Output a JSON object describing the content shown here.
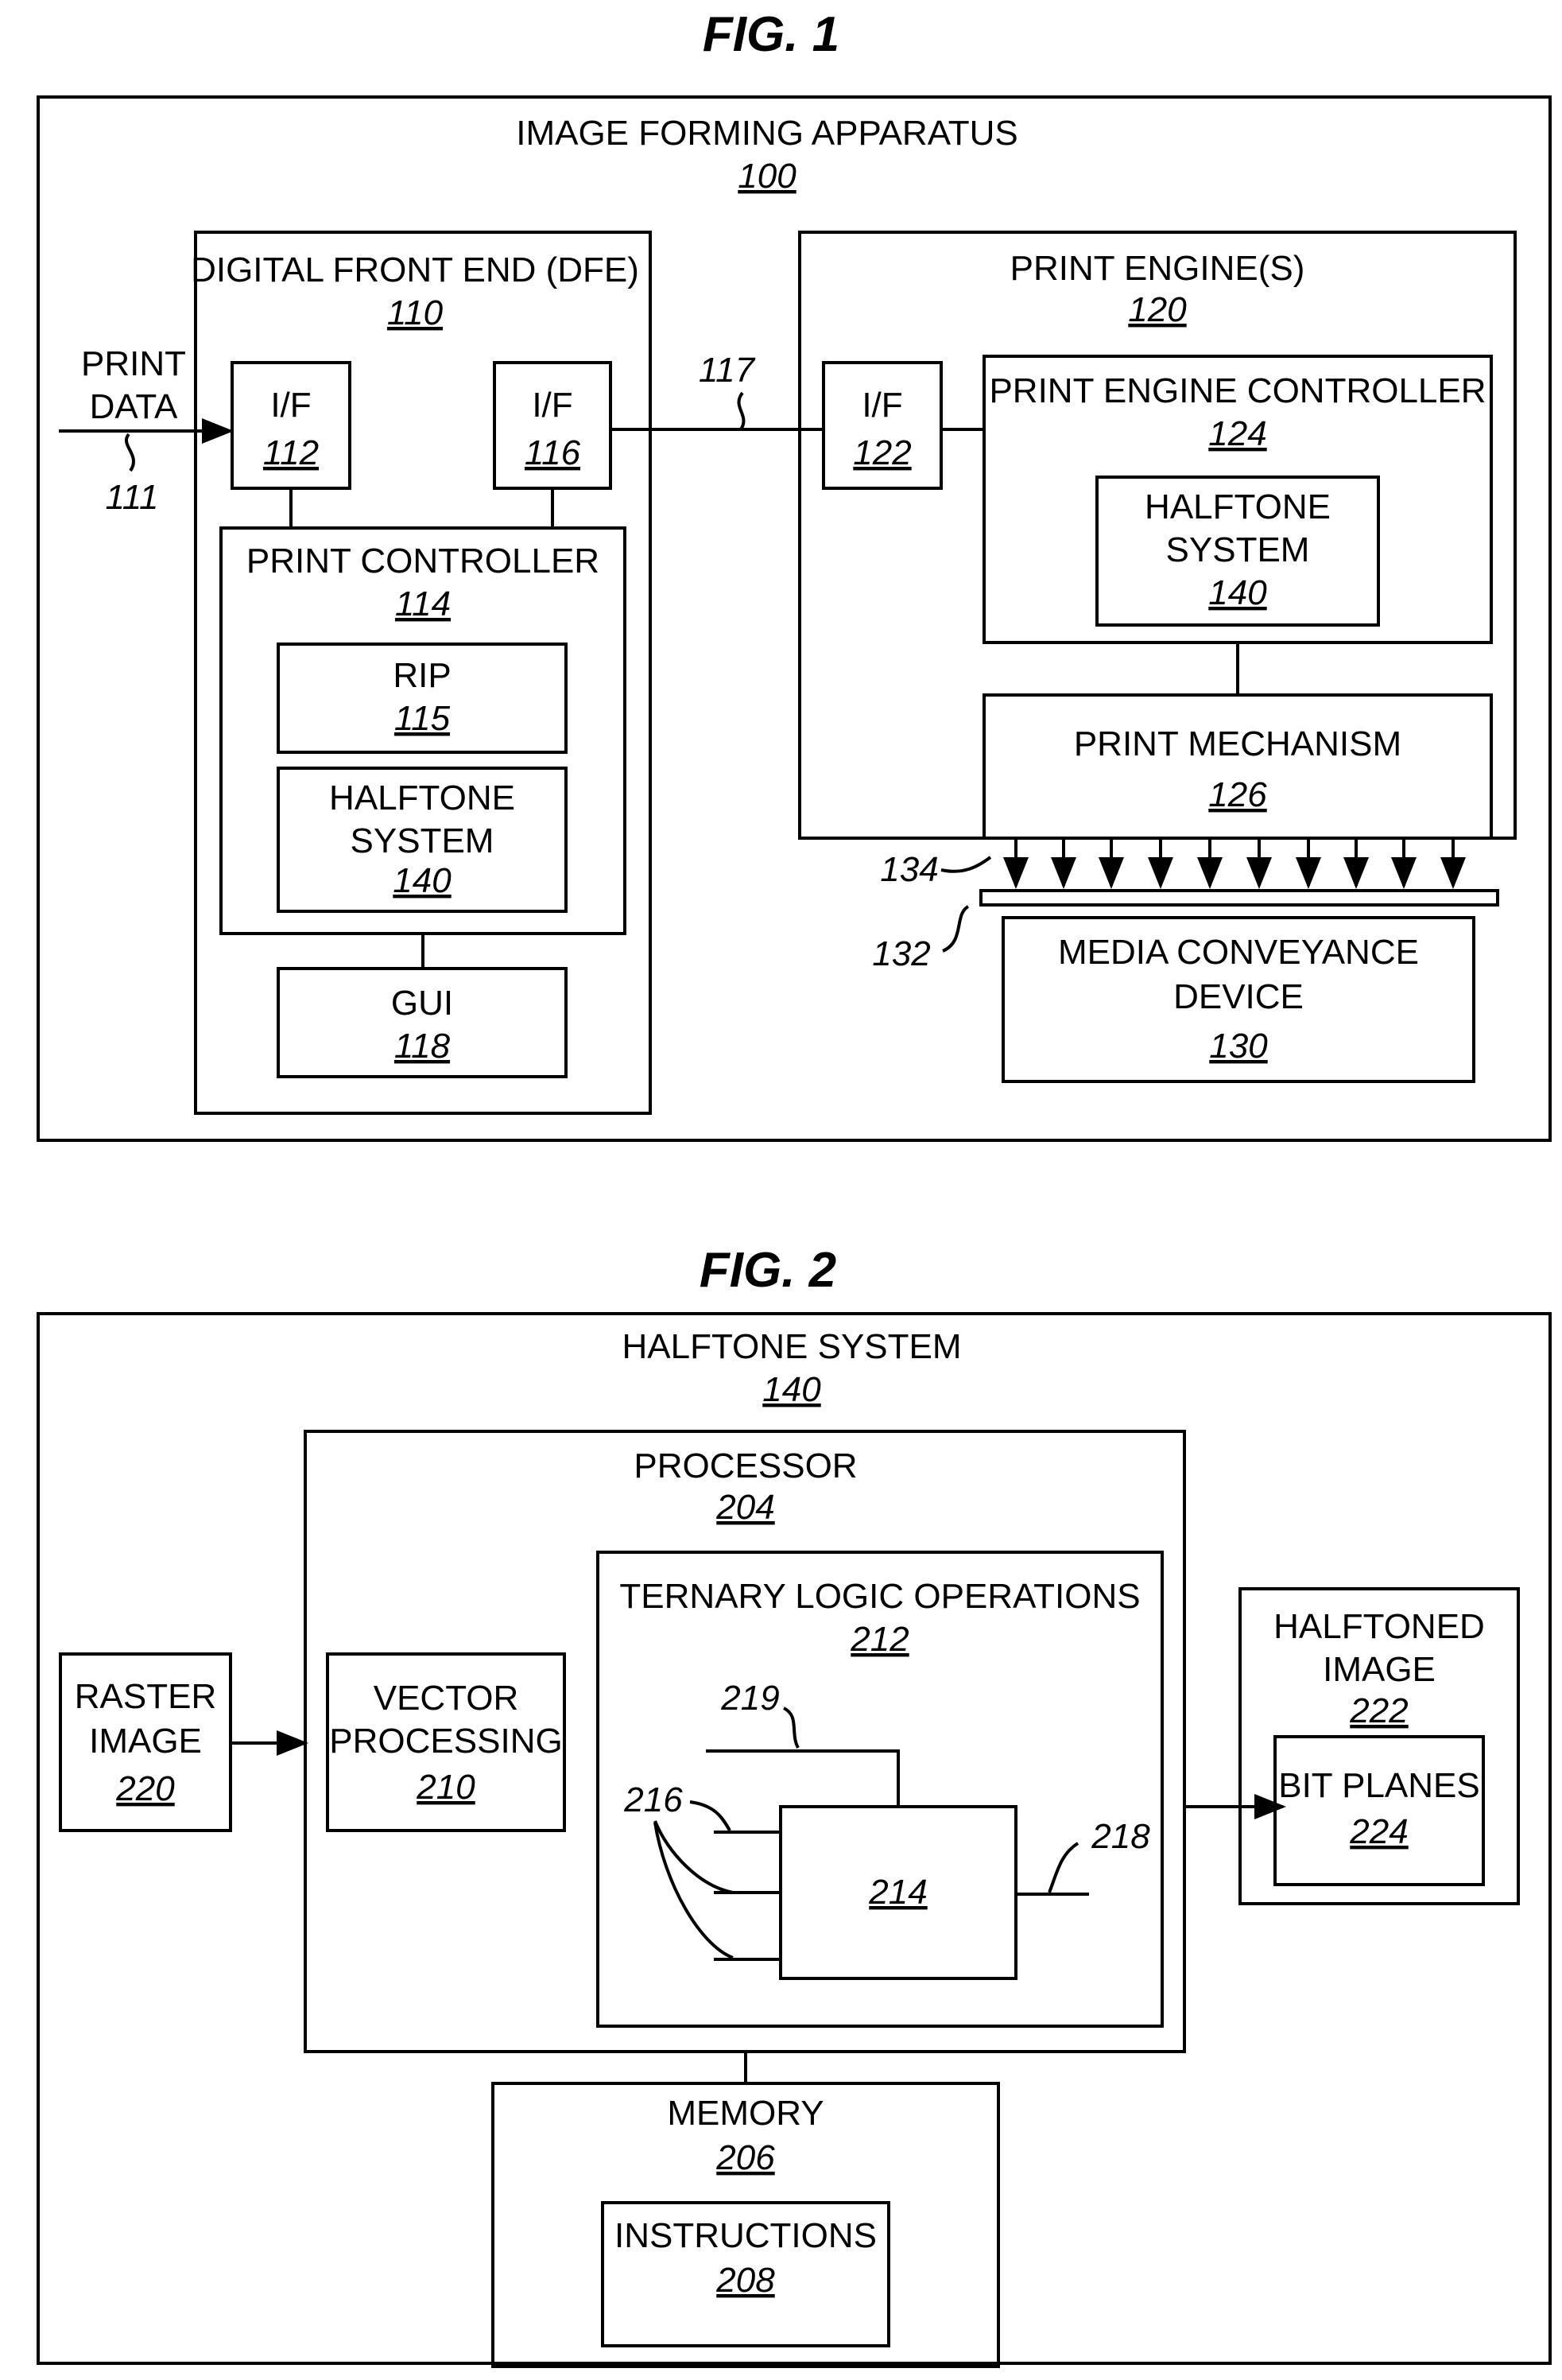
{
  "fig1": {
    "title": "FIG. 1",
    "apparatus": {
      "label": "IMAGE FORMING APPARATUS",
      "ref": "100"
    },
    "print_data": {
      "line1": "PRINT",
      "line2": "DATA",
      "ref": "111"
    },
    "dfe": {
      "label": "DIGITAL FRONT END (DFE)",
      "ref": "110"
    },
    "if112": {
      "label": "I/F",
      "ref": "112"
    },
    "if116": {
      "label": "I/F",
      "ref": "116"
    },
    "link117": {
      "ref": "117"
    },
    "print_controller": {
      "label": "PRINT CONTROLLER",
      "ref": "114"
    },
    "rip": {
      "label": "RIP",
      "ref": "115"
    },
    "dfe_halftone": {
      "line1": "HALFTONE",
      "line2": "SYSTEM",
      "ref": "140"
    },
    "gui": {
      "label": "GUI",
      "ref": "118"
    },
    "print_engine": {
      "label": "PRINT ENGINE(S)",
      "ref": "120"
    },
    "if122": {
      "label": "I/F",
      "ref": "122"
    },
    "engine_controller": {
      "label": "PRINT ENGINE CONTROLLER",
      "ref": "124"
    },
    "engine_halftone": {
      "line1": "HALFTONE",
      "line2": "SYSTEM",
      "ref": "140"
    },
    "print_mechanism": {
      "label": "PRINT MECHANISM",
      "ref": "126"
    },
    "nozzles": {
      "ref": "134"
    },
    "media": {
      "ref": "132"
    },
    "conveyance": {
      "line1": "MEDIA CONVEYANCE",
      "line2": "DEVICE",
      "ref": "130"
    }
  },
  "fig2": {
    "title": "FIG. 2",
    "halftone_system": {
      "label": "HALFTONE SYSTEM",
      "ref": "140"
    },
    "processor": {
      "label": "PROCESSOR",
      "ref": "204"
    },
    "raster": {
      "line1": "RASTER",
      "line2": "IMAGE",
      "ref": "220"
    },
    "vector": {
      "line1": "VECTOR",
      "line2": "PROCESSING",
      "ref": "210"
    },
    "ternary": {
      "label": "TERNARY LOGIC OPERATIONS",
      "ref": "212"
    },
    "gate": {
      "ref": "214"
    },
    "control_input": {
      "ref": "219"
    },
    "inputs": {
      "ref": "216"
    },
    "output": {
      "ref": "218"
    },
    "halftoned": {
      "line1": "HALFTONED",
      "line2": "IMAGE",
      "ref": "222"
    },
    "bit_planes": {
      "label": "BIT PLANES",
      "ref": "224"
    },
    "memory": {
      "label": "MEMORY",
      "ref": "206"
    },
    "instructions": {
      "label": "INSTRUCTIONS",
      "ref": "208"
    }
  }
}
